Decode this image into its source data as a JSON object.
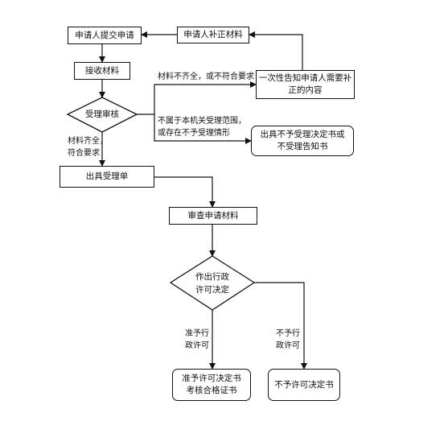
{
  "nodes": {
    "apply_submit": "申请人提交申请",
    "supplement": "申请人补正材料",
    "receive": "接收材料",
    "review": "受理审核",
    "notify": "一次性告知申请人需要补\n正的内容",
    "reject_notice": "出具不予受理决定书或\n不受理告知书",
    "accept_slip": "出具受理单",
    "examine": "审查申请材料",
    "decision": "作出行政\n许可决定",
    "grant_doc": "准予许可决定书\n考核合格证书",
    "deny_doc": "不予许可决定书"
  },
  "labels": {
    "incomplete": "材料不齐全，或不符合要求",
    "out_of_scope": "不属于本机关受理范围，\n或存在不予受理情形",
    "complete": "材料齐全，\n符合要求",
    "grant": "准予行\n政许可",
    "deny": "不予行\n政许可"
  }
}
